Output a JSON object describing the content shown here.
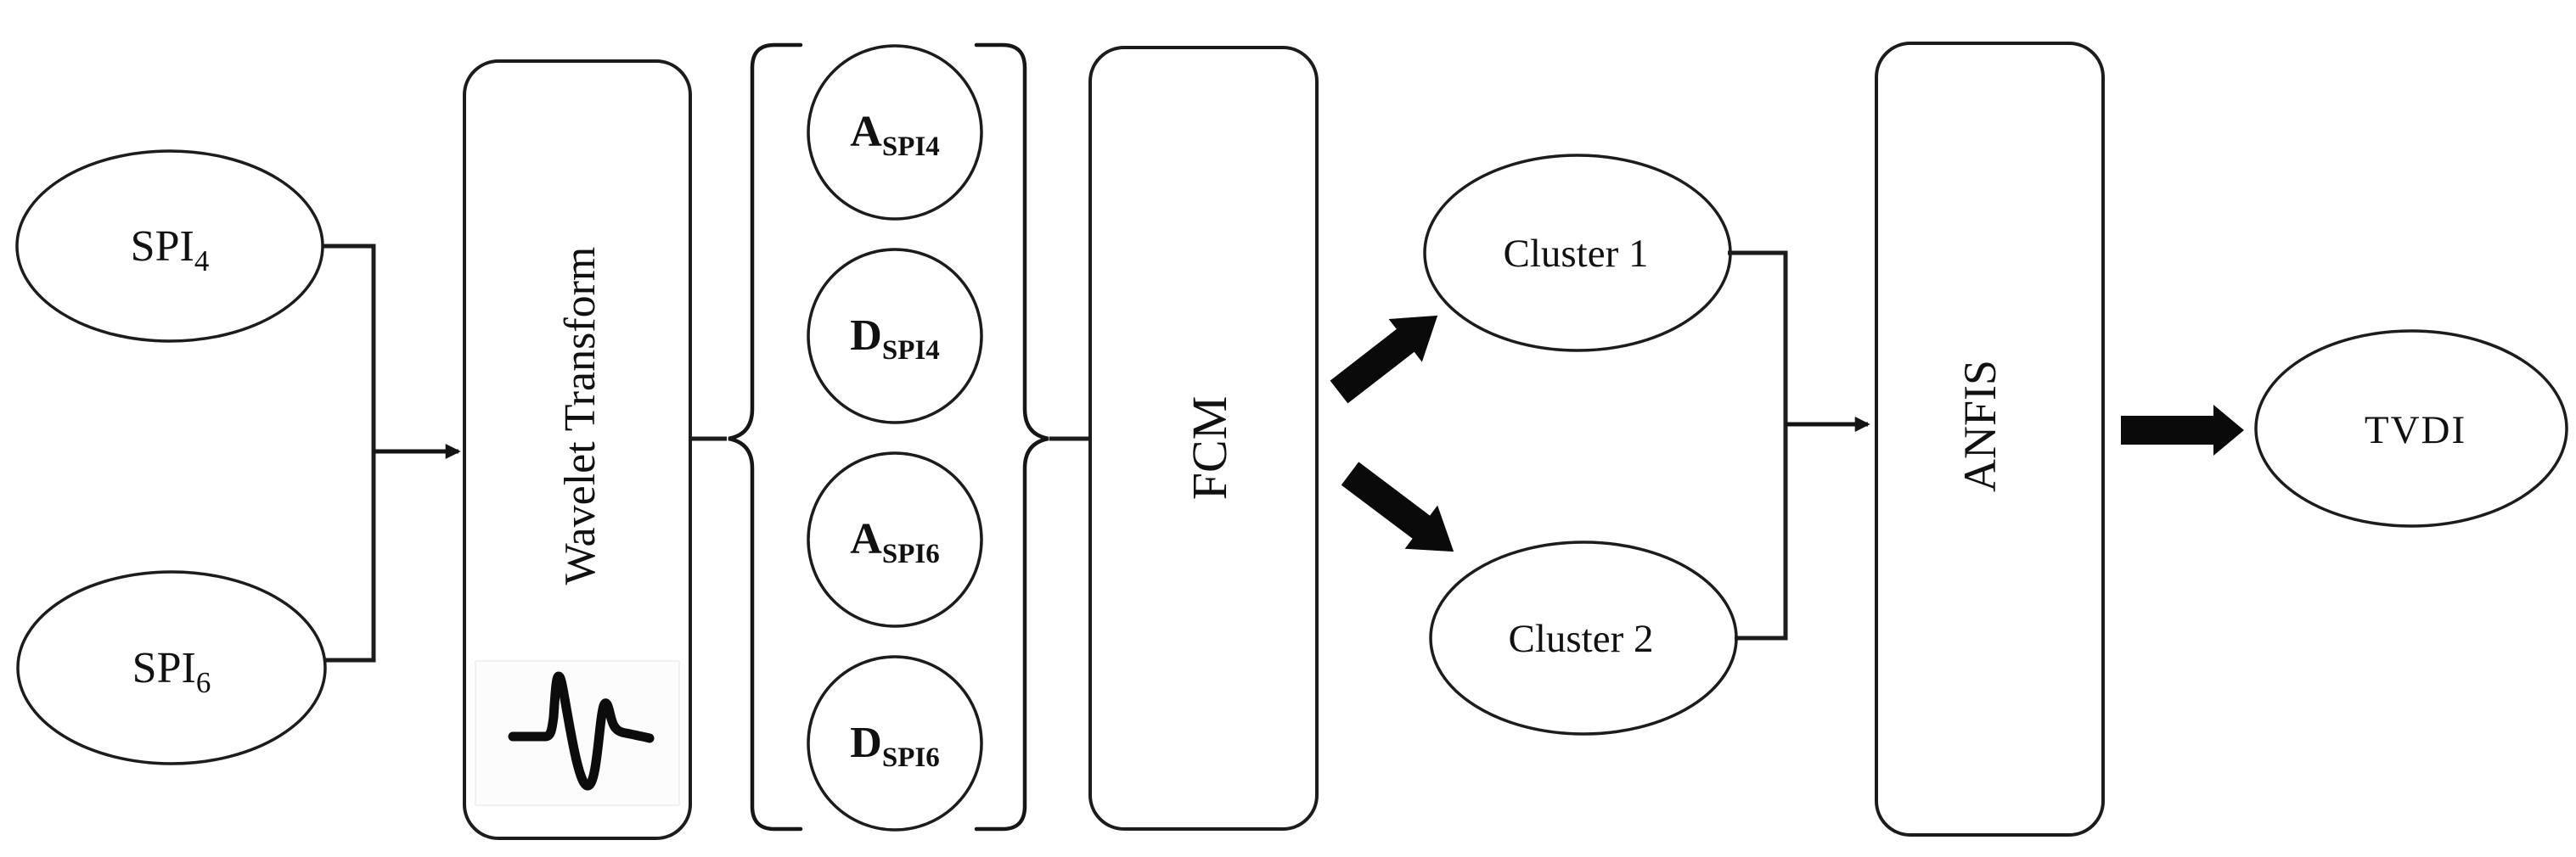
{
  "diagram": {
    "background_color": "#ffffff",
    "line_color": "#1c1c1c",
    "arrow_color": "#0a0a0a",
    "node_fill_color": "#ffffff",
    "nodes": {
      "spi4": {
        "label": "SPI",
        "subscript": "4"
      },
      "spi6": {
        "label": "SPI",
        "subscript": "6"
      },
      "wavelet": {
        "label": "Wavelet Transform"
      },
      "coefficients": [
        {
          "label": "A",
          "subscript": "SPI4"
        },
        {
          "label": "D",
          "subscript": "SPI4"
        },
        {
          "label": "A",
          "subscript": "SPI6"
        },
        {
          "label": "D",
          "subscript": "SPI6"
        }
      ],
      "fcm": {
        "label": "FCM"
      },
      "cluster1": {
        "label": "Cluster 1"
      },
      "cluster2": {
        "label": "Cluster 2"
      },
      "anfis": {
        "label": "ANFIS"
      },
      "tvdi": {
        "label": "TVDI"
      }
    },
    "icons": {
      "wavelet_icon": "wavelet-squiggle"
    },
    "edges": [
      {
        "from": "SPI4 + SPI6",
        "to": "Wavelet Transform",
        "style": "thin-arrow"
      },
      {
        "from": "Wavelet Transform",
        "to": "coefficient set {A_SPI4, D_SPI4, A_SPI6, D_SPI6}",
        "style": "curly-brace"
      },
      {
        "from": "coefficient set {A_SPI4, D_SPI4, A_SPI6, D_SPI6}",
        "to": "FCM",
        "style": "curly-brace"
      },
      {
        "from": "FCM",
        "to": "Cluster 1",
        "style": "thick-arrow"
      },
      {
        "from": "FCM",
        "to": "Cluster 2",
        "style": "thick-arrow"
      },
      {
        "from": "Cluster 1 + Cluster 2",
        "to": "ANFIS",
        "style": "thin-arrow"
      },
      {
        "from": "ANFIS",
        "to": "TVDI",
        "style": "thick-arrow"
      }
    ]
  }
}
